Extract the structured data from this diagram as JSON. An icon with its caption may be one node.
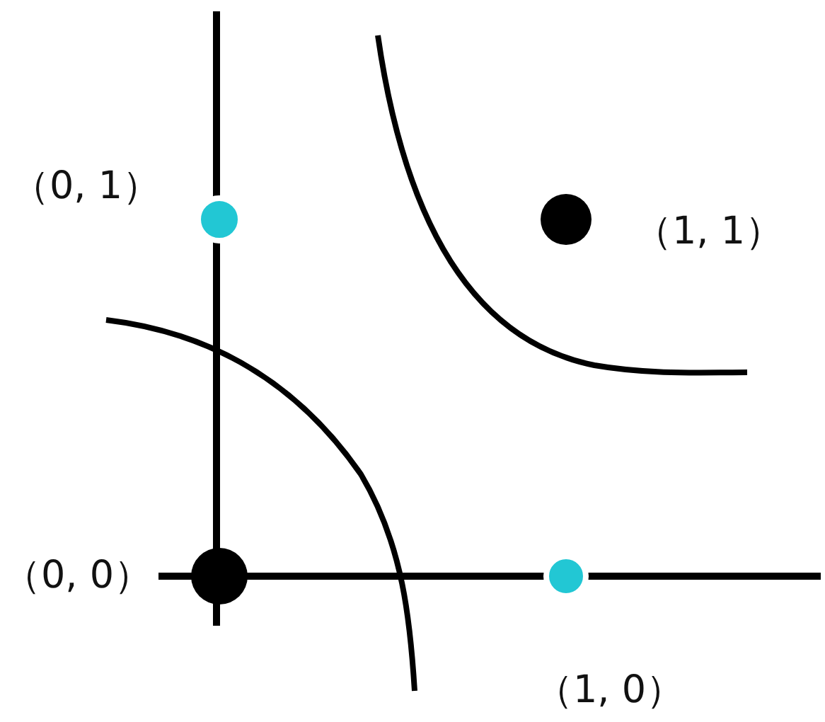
{
  "diagram": {
    "labels": [
      "（0, 1）",
      "（1, 1）",
      "（0, 0）",
      "（1, 0）"
    ]
  }
}
